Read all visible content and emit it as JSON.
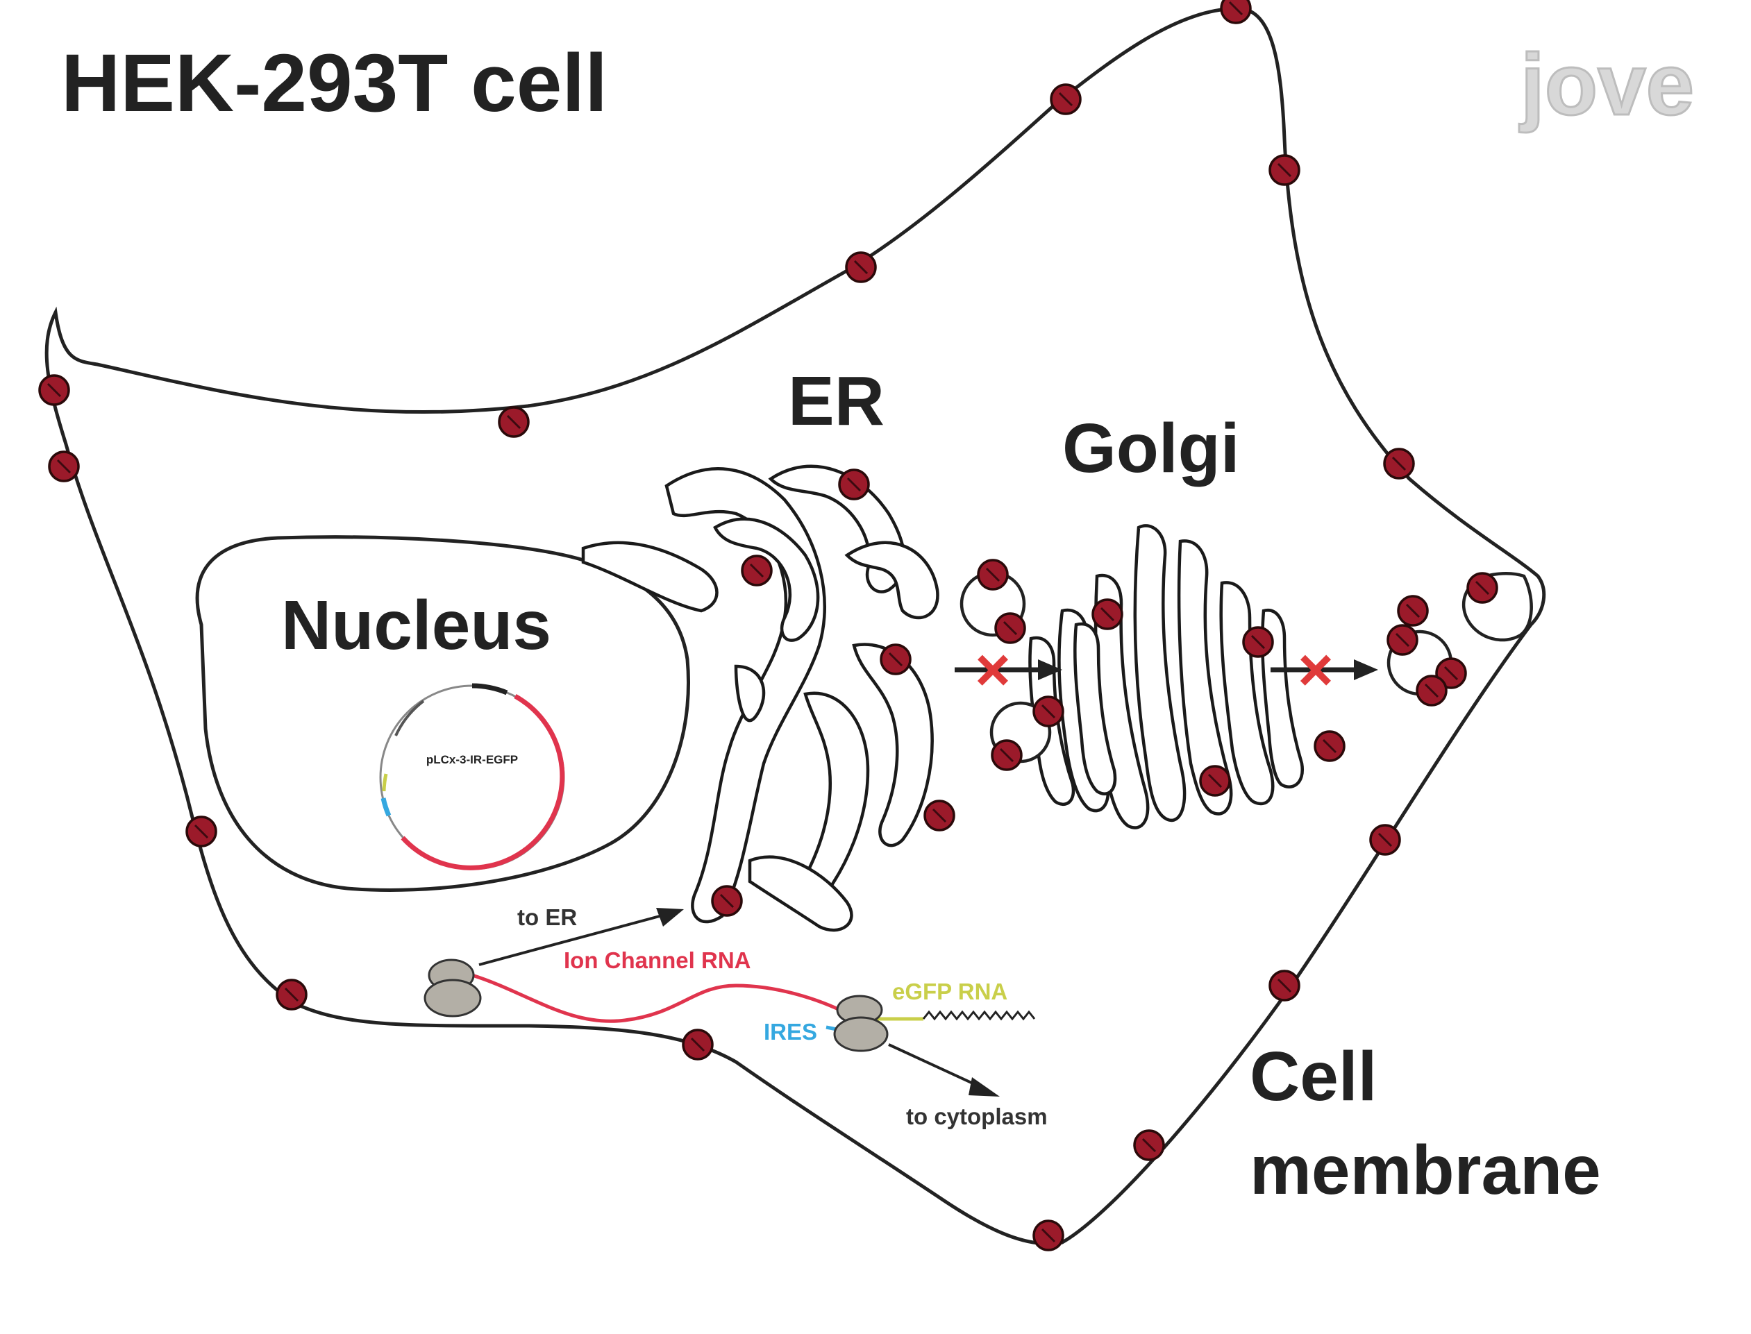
{
  "title": "HEK-293T cell",
  "labels": {
    "er": "ER",
    "golgi": "Golgi",
    "nucleus": "Nucleus",
    "cell_membrane_line1": "Cell",
    "cell_membrane_line2": "membrane",
    "to_er": "to ER",
    "ion_channel_rna": "Ion Channel RNA",
    "egfp_rna": "eGFP RNA",
    "ires": "IRES",
    "to_cytoplasm": "to cytoplasm",
    "plasmid": "pLCx-3-IR-EGFP"
  },
  "watermark": "jove",
  "blocked_marker": "×",
  "colors": {
    "channel_fill": "#9b1a2a",
    "ion_channel_rna": "#e0344d",
    "egfp_rna": "#c9cf4a",
    "ires": "#35a8e0",
    "ribosome": "#b3afa6",
    "block_x": "#e03a3a",
    "ink": "#222222"
  }
}
